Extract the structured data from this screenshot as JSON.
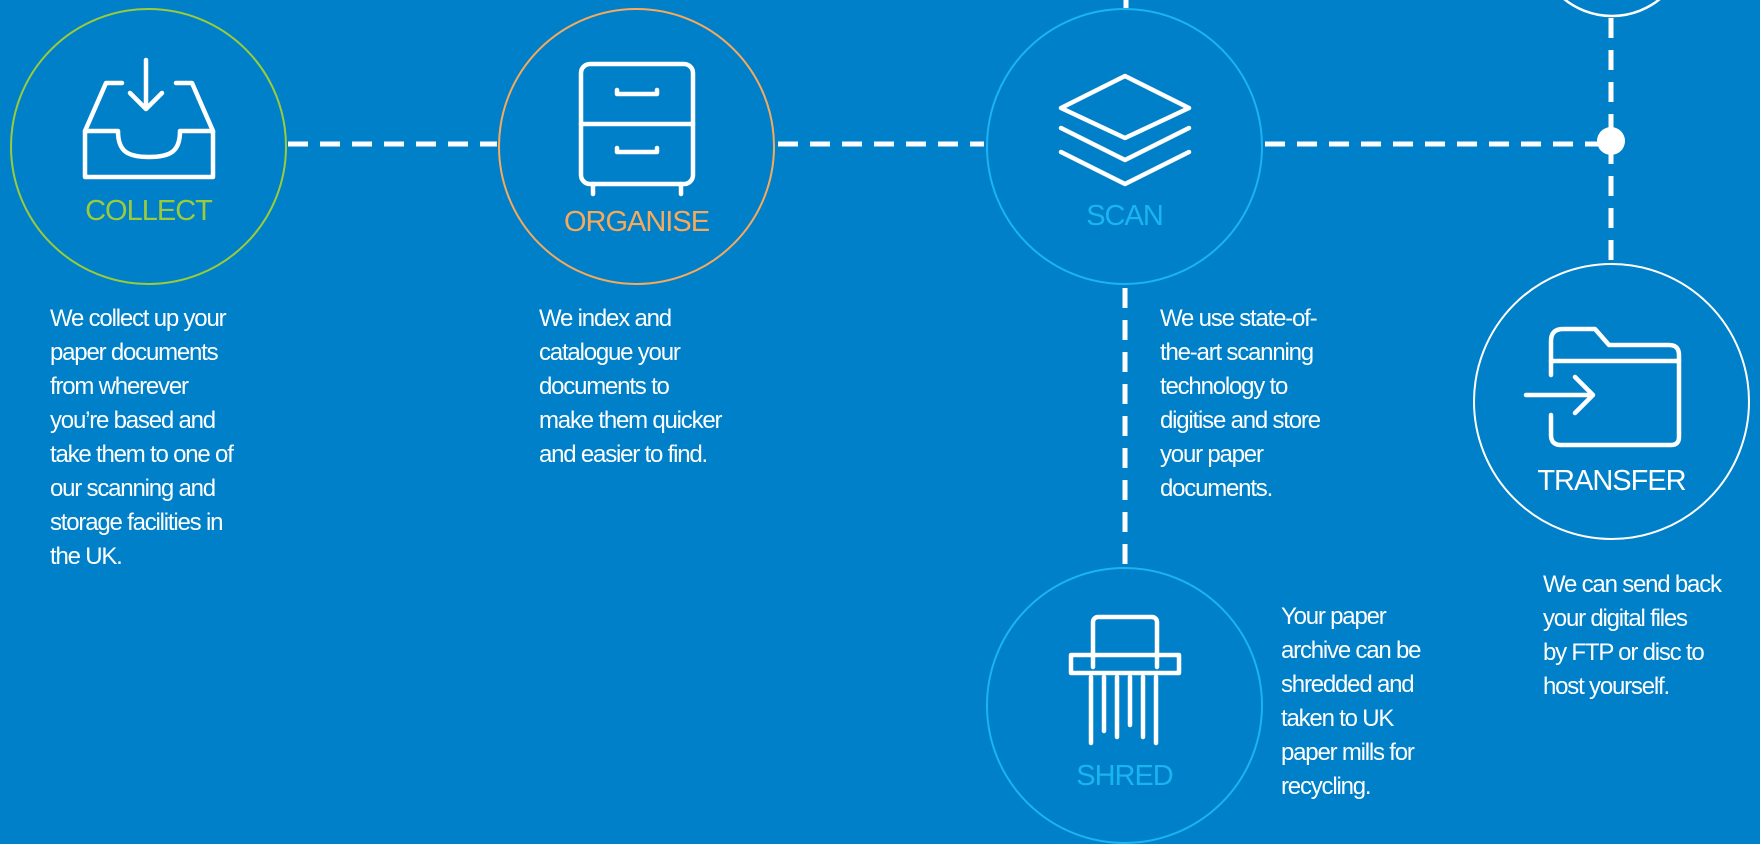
{
  "colors": {
    "background": "#0080c8",
    "collect": "#9acb3a",
    "organise": "#f7a95c",
    "scan": "#1ab4f0",
    "shred": "#1ab4f0",
    "transfer": "#ffffff",
    "connector": "#ffffff"
  },
  "steps": {
    "collect": {
      "label": "COLLECT",
      "icon": "inbox-download-icon",
      "description_lines": [
        "We collect up your",
        "paper documents",
        "from wherever",
        "you’re based and",
        "take them to one of",
        "our scanning and",
        "storage facilities in",
        "the UK."
      ]
    },
    "organise": {
      "label": "ORGANISE",
      "icon": "filing-cabinet-icon",
      "description_lines": [
        "We index and",
        "catalogue your",
        "documents to",
        "make them quicker",
        "and easier to find."
      ]
    },
    "scan": {
      "label": "SCAN",
      "icon": "layers-stack-icon",
      "description_lines": [
        "We use state-of-",
        "the-art scanning",
        "technology to",
        "digitise and store",
        "your paper",
        "documents."
      ]
    },
    "shred": {
      "label": "SHRED",
      "icon": "shredder-icon",
      "description_lines": [
        "Your paper",
        "archive can be",
        "shredded and",
        "taken to UK",
        "paper mills for",
        "recycling."
      ]
    },
    "transfer": {
      "label": "TRANSFER",
      "icon": "folder-arrow-icon",
      "description_lines": [
        "We can send back",
        "your digital files",
        "by FTP or disc to",
        "host yourself."
      ]
    }
  }
}
